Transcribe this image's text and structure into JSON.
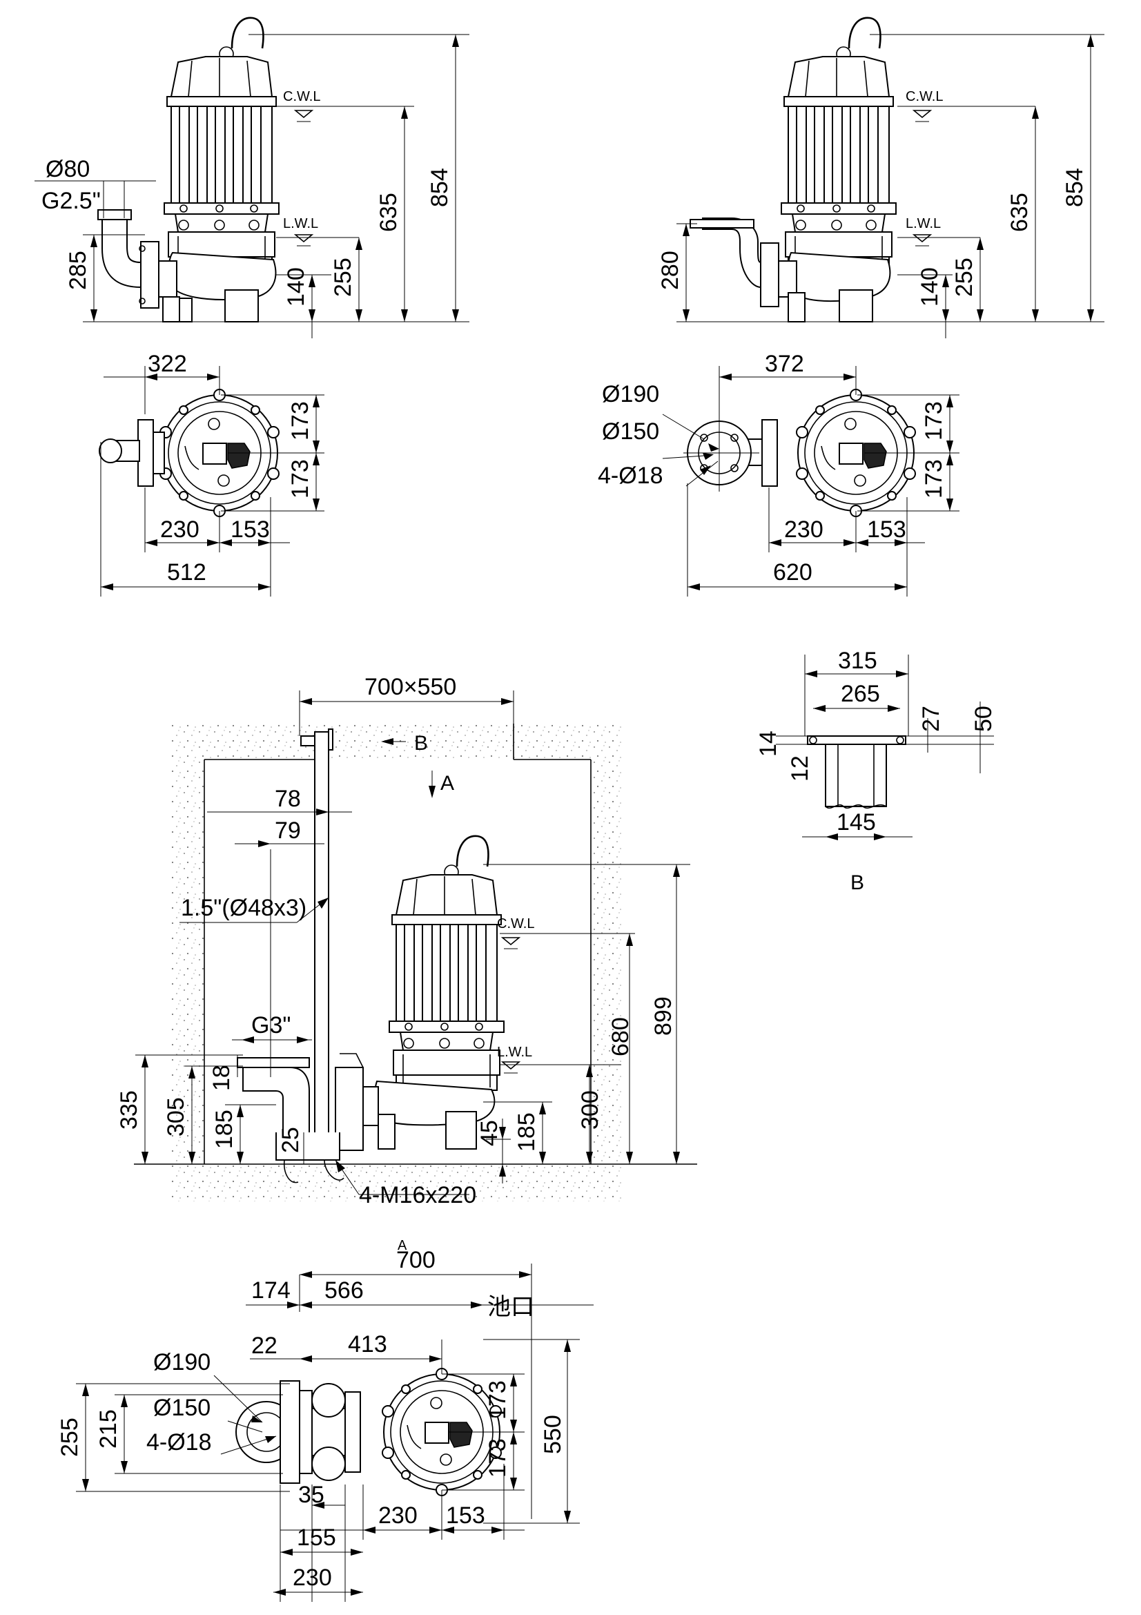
{
  "view1": {
    "dim_pipe_dia": "Ø80",
    "dim_pipe_thread": "G2.5\"",
    "dim_outlet_h": "285",
    "dim_h_total": "854",
    "dim_h_cwl": "635",
    "dim_h_lwl": "255",
    "dim_h_base": "140",
    "cwl": "C.W.L",
    "lwl": "L.W.L"
  },
  "view2": {
    "dim_outlet_h": "280",
    "dim_h_total": "854",
    "dim_h_cwl": "635",
    "dim_h_lwl": "255",
    "dim_h_base": "140",
    "cwl": "C.W.L",
    "lwl": "L.W.L"
  },
  "plan1": {
    "dim_top": "322",
    "dim_r1": "173",
    "dim_r2": "173",
    "dim_b1": "230",
    "dim_b2": "153",
    "dim_total": "512"
  },
  "plan2": {
    "dim_top": "372",
    "dim_flange_outer": "Ø190",
    "dim_flange_pcd": "Ø150",
    "dim_bolts": "4-Ø18",
    "dim_r1": "173",
    "dim_r2": "173",
    "dim_b1": "230",
    "dim_b2": "153",
    "dim_total": "620"
  },
  "install": {
    "dim_pit": "700×550",
    "marker_b": "B",
    "marker_a": "A",
    "dim_78": "78",
    "dim_79": "79",
    "dim_guide": "1.5\"(Ø48x3)",
    "dim_g3": "G3\"",
    "dim_18": "18",
    "dim_335": "335",
    "dim_305": "305",
    "dim_185a": "185",
    "dim_25": "25",
    "dim_45": "45",
    "dim_185b": "185",
    "dim_300": "300",
    "dim_680": "680",
    "dim_899": "899",
    "dim_anchor": "4-M16x220",
    "cwl": "C.W.L",
    "lwl": "L.W.L"
  },
  "detailB": {
    "dim_315": "315",
    "dim_265": "265",
    "dim_14": "14",
    "dim_12": "12",
    "dim_27": "27",
    "dim_50": "50",
    "dim_145": "145",
    "label": "B"
  },
  "viewA": {
    "label": "A",
    "dim_700": "700",
    "dim_174": "174",
    "dim_566": "566",
    "dim_22": "22",
    "dim_413": "413",
    "pit_edge": "池口",
    "dim_flange_outer": "Ø190",
    "dim_flange_pcd": "Ø150",
    "dim_bolts": "4-Ø18",
    "dim_255": "255",
    "dim_215": "215",
    "dim_r1": "173",
    "dim_r2": "173",
    "dim_550": "550",
    "dim_35": "35",
    "dim_230a": "230",
    "dim_153": "153",
    "dim_155": "155",
    "dim_230b": "230"
  }
}
